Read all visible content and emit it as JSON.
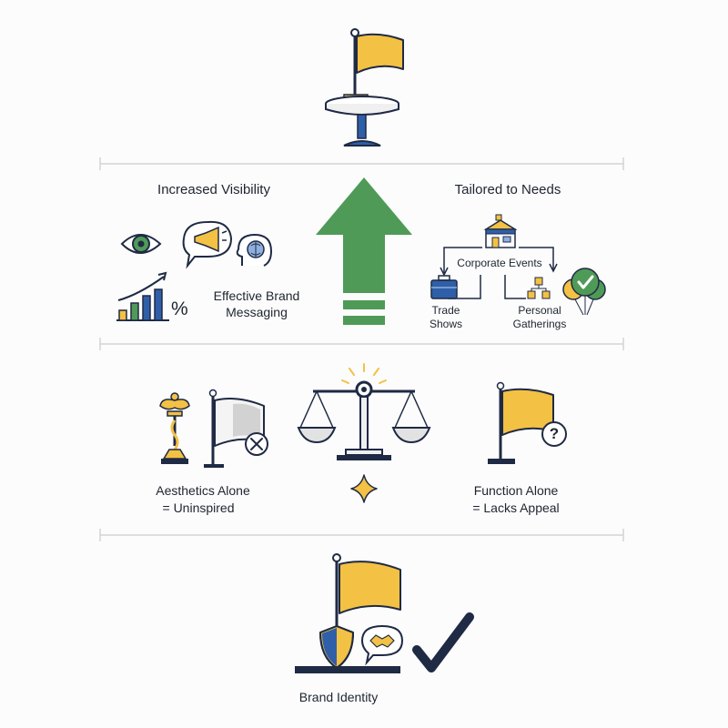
{
  "benefits": {
    "left": {
      "title": "Increased Visibility",
      "sub_line1": "Effective Brand",
      "sub_line2": "Messaging",
      "percent_symbol": "%"
    },
    "right": {
      "title": "Tailored to Needs",
      "corporate": "Corporate Events",
      "trade_line1": "Trade",
      "trade_line2": "Shows",
      "personal_line1": "Personal",
      "personal_line2": "Gatherings"
    }
  },
  "balance": {
    "left_line1": "Aesthetics Alone",
    "left_line2": "= Uninspired",
    "right_line1": "Function Alone",
    "right_line2": "= Lacks Appeal",
    "question_mark": "?"
  },
  "result": {
    "label": "Brand Identity"
  },
  "colors": {
    "yellow": "#f3c143",
    "navy": "#1f2a44",
    "blue": "#2f5fa8",
    "green": "#4f9a57",
    "divider": "#d4d4d4"
  }
}
